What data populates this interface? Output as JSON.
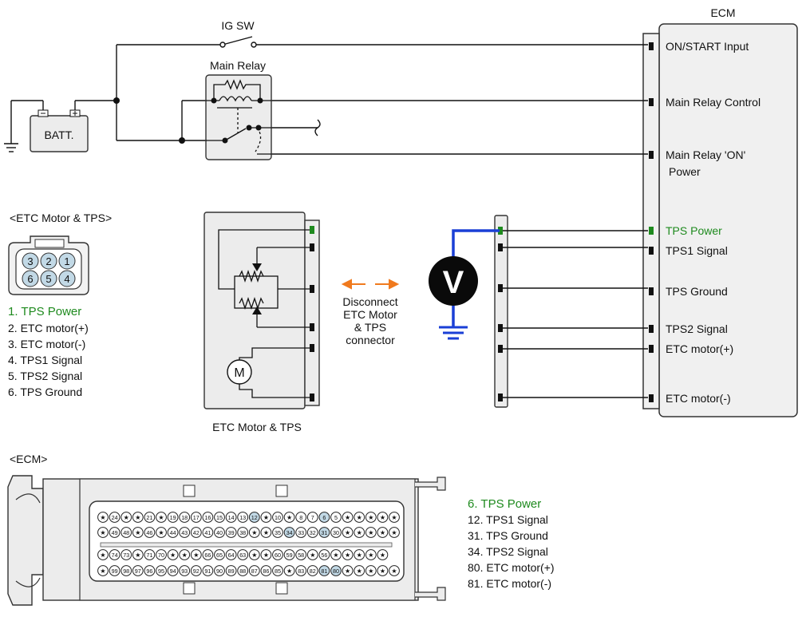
{
  "colors": {
    "green": "#1e8a1e",
    "blue": "#1a3fd6",
    "orange": "#f07a1e",
    "pin_highlight": "#c2d9e6",
    "box_fill": "#f0f0f0"
  },
  "ecm": {
    "title": "ECM",
    "pins": [
      {
        "label": "ON/START Input"
      },
      {
        "label": "Main Relay Control"
      },
      {
        "label": "Main Relay 'ON'"
      },
      {
        "label": "Power"
      },
      {
        "label": "TPS Power",
        "highlight": true
      },
      {
        "label": "TPS1 Signal"
      },
      {
        "label": "TPS Ground"
      },
      {
        "label": "TPS2 Signal"
      },
      {
        "label": "ETC motor(+)"
      },
      {
        "label": "ETC motor(-)"
      }
    ]
  },
  "power": {
    "ig_sw": "IG SW",
    "main_relay": "Main Relay",
    "batt": "BATT."
  },
  "etc_connector": {
    "title": "<ETC Motor & TPS>",
    "pins_top": [
      "3",
      "2",
      "1"
    ],
    "pins_bottom": [
      "6",
      "5",
      "4"
    ],
    "pin_list": [
      {
        "text": "1. TPS Power",
        "highlight": true
      },
      {
        "text": "2. ETC motor(+)"
      },
      {
        "text": "3. ETC motor(-)"
      },
      {
        "text": "4. TPS1 Signal"
      },
      {
        "text": "5. TPS2 Signal"
      },
      {
        "text": "6. TPS Ground"
      }
    ]
  },
  "etc_component": {
    "label": "ETC Motor & TPS",
    "motor_symbol": "M"
  },
  "disconnect_note": [
    "Disconnect",
    "ETC Motor",
    "& TPS",
    "connector"
  ],
  "voltmeter_symbol": "V",
  "ecm_connector": {
    "title": "<ECM>",
    "rows": [
      [
        "★",
        "24",
        "★",
        "★",
        "21",
        "★",
        "19",
        "18",
        "17",
        "16",
        "15",
        "14",
        "13",
        "12",
        "★",
        "10",
        "★",
        "8",
        "7",
        "6",
        "5",
        "★",
        "★",
        "★",
        "★",
        "★"
      ],
      [
        "★",
        "49",
        "48",
        "★",
        "46",
        "★",
        "44",
        "43",
        "42",
        "41",
        "40",
        "39",
        "38",
        "★",
        "★",
        "35",
        "34",
        "33",
        "32",
        "31",
        "30",
        "★",
        "★",
        "★",
        "★",
        "★"
      ],
      [
        "★",
        "74",
        "73",
        "★",
        "71",
        "70",
        "★",
        "★",
        "★",
        "66",
        "65",
        "64",
        "63",
        "★",
        "★",
        "60",
        "59",
        "58",
        "★",
        "56",
        "★",
        "★",
        "★",
        "★",
        "★"
      ],
      [
        "★",
        "99",
        "98",
        "97",
        "96",
        "95",
        "94",
        "93",
        "92",
        "91",
        "90",
        "89",
        "88",
        "87",
        "86",
        "85",
        "★",
        "83",
        "82",
        "81",
        "80",
        "★",
        "★",
        "★",
        "★",
        "★"
      ]
    ],
    "highlight_pins": [
      "6",
      "12",
      "31",
      "34",
      "80",
      "81"
    ],
    "pin_list": [
      {
        "text": "6. TPS Power",
        "highlight": true
      },
      {
        "text": "12. TPS1 Signal"
      },
      {
        "text": "31. TPS Ground"
      },
      {
        "text": "34. TPS2 Signal"
      },
      {
        "text": "80. ETC motor(+)"
      },
      {
        "text": "81. ETC motor(-)"
      }
    ]
  }
}
